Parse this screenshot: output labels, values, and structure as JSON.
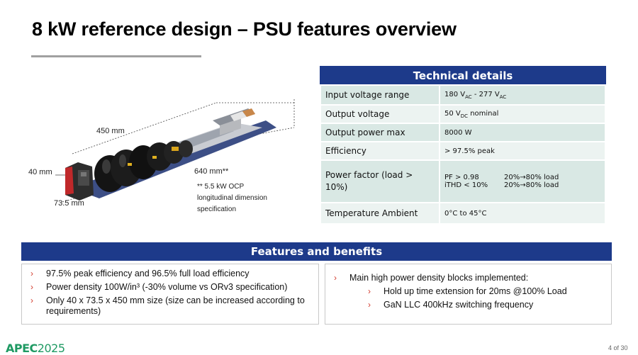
{
  "slide": {
    "title": "8 kW reference design – PSU features overview",
    "page": "4 of 30"
  },
  "product": {
    "dim_length": "450 mm",
    "dim_height": "40 mm",
    "dim_width": "73.5 mm",
    "dim_ocp": "640 mm**",
    "note_line1": "** 5.5 kW OCP",
    "note_line2": "longitudinal dimension",
    "note_line3": "specification"
  },
  "tech": {
    "heading": "Technical details",
    "rows": [
      {
        "key": "Input voltage range",
        "v1": "180 V",
        "v1_sub": "AC",
        "v1_mid": " - 277 V",
        "v1_sub2": "AC"
      },
      {
        "key": "Output voltage",
        "v1": "50 V",
        "v1_sub": "DC",
        "v1_tail": " nominal"
      },
      {
        "key": "Output power max",
        "v1": "8000 W"
      },
      {
        "key": "Efficiency",
        "v1": "> 97.5% peak"
      },
      {
        "key": "Power factor (load > 10%)",
        "pf": "PF > 0.98",
        "pf_range": "20%→80% load",
        "thd": "iTHD < 10%",
        "thd_range": "20%→80% load"
      },
      {
        "key": "Temperature Ambient",
        "v1": "0°C to 45°C"
      }
    ]
  },
  "features": {
    "heading": "Features and benefits",
    "left": [
      "97.5% peak efficiency and 96.5% full load efficiency",
      "Power density 100W/in³ (-30% volume vs ORv3 specification)",
      "Only 40 x 73.5 x 450 mm size (size can be increased according to requirements)"
    ],
    "right_main": "Main high power density blocks implemented:",
    "right_sub": [
      "Hold up time extension for 20ms @100% Load",
      "GaN LLC 400kHz switching frequency"
    ],
    "bullet_mark": "›"
  },
  "logo": {
    "brand": "APEC",
    "year": "2025"
  },
  "colors": {
    "header_blue": "#1d3a8a",
    "bullet_red": "#d23a2c",
    "brand_green": "#1f9a63"
  }
}
